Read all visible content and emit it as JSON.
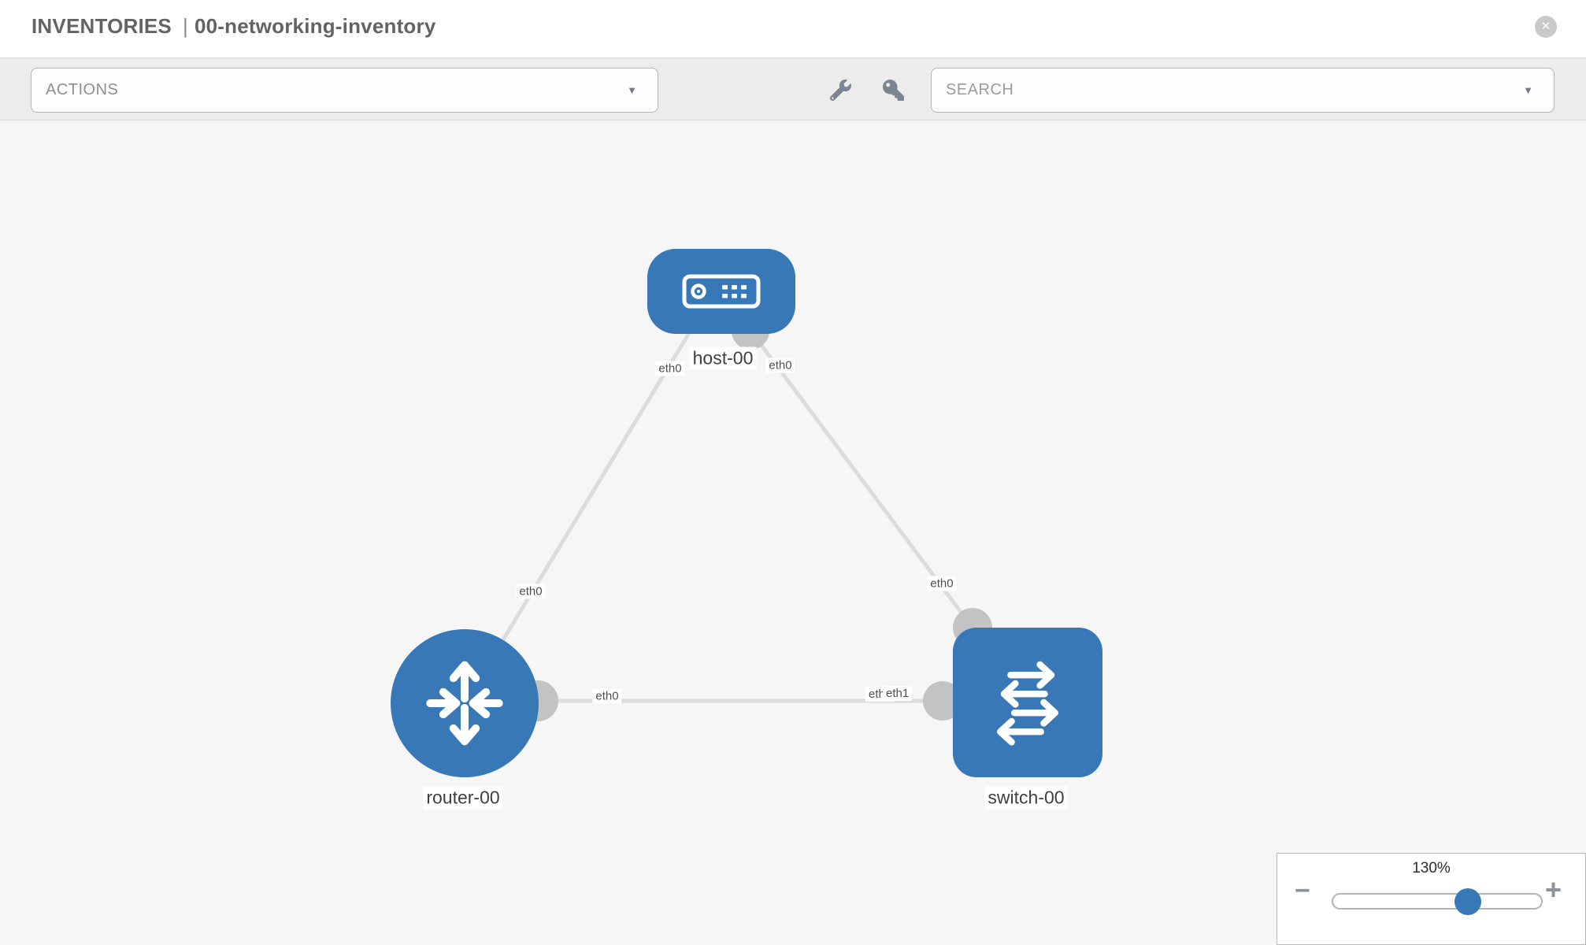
{
  "header": {
    "section_label": "INVENTORIES",
    "separator": "|",
    "inventory_name": "00-networking-inventory",
    "close_icon": "✕"
  },
  "toolbar": {
    "actions_label": "ACTIONS",
    "search_placeholder": "SEARCH",
    "caret_icon": "▼"
  },
  "colors": {
    "node_blue": "#3878b7",
    "link_gray": "#dcdcdc",
    "port_gray": "#c3c3c3",
    "canvas_bg": "#f6f6f6",
    "toolbar_bg": "#ececec",
    "icon_gray": "#7b8591"
  },
  "topology": {
    "nodes": [
      {
        "label": "host-00",
        "type": "host"
      },
      {
        "label": "router-00",
        "type": "router"
      },
      {
        "label": "switch-00",
        "type": "switch"
      }
    ],
    "links": [
      {
        "from": "host-00",
        "to": "router-00",
        "from_interface": "eth0",
        "to_interface": "eth0"
      },
      {
        "from": "host-00",
        "to": "switch-00",
        "from_interface": "eth0",
        "to_interface": "eth0"
      },
      {
        "from": "router-00",
        "to": "switch-00",
        "from_interface": "eth0",
        "to_interface": "eth1",
        "overlapped_label": "eth0"
      }
    ]
  },
  "zoom_control": {
    "level": "130%",
    "minus_icon": "−",
    "plus_icon": "+"
  }
}
